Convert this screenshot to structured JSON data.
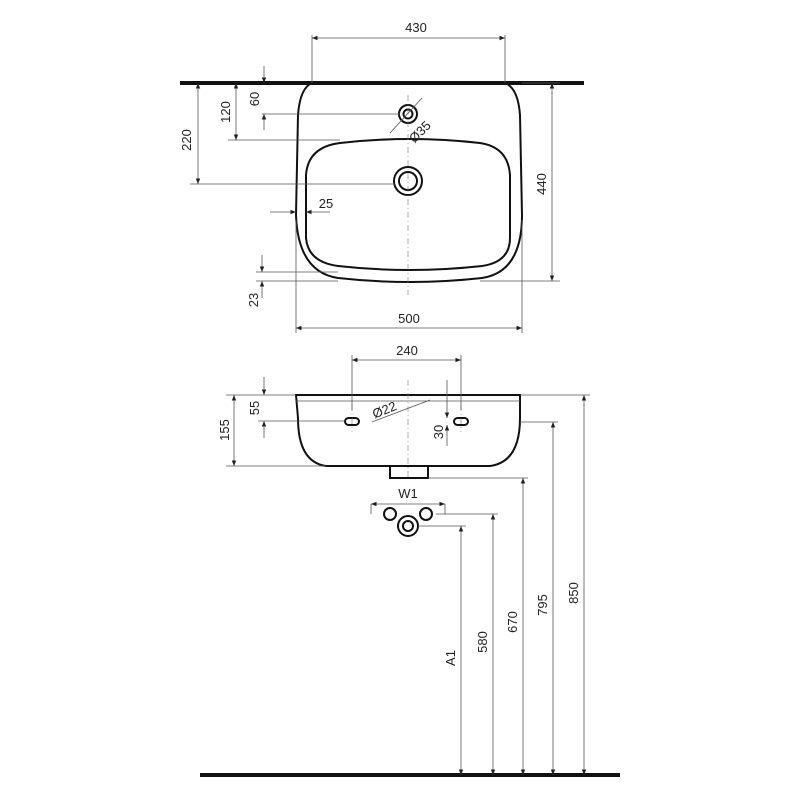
{
  "top_view": {
    "dims": {
      "overall_width": "500",
      "back_width": "430",
      "depth": "440",
      "tap_offset_60": "60",
      "tap_offset_120": "120",
      "drain_offset_220": "220",
      "tap_hole": "Ø35",
      "rim_25": "25",
      "front_23": "23"
    }
  },
  "front_view": {
    "dims": {
      "bolt_spacing": "240",
      "bolt_hole": "Ø22",
      "height_155": "155",
      "bolt_height_55": "55",
      "bolt_30": "30",
      "water_supply": "W1"
    }
  },
  "heights": {
    "h850": "850",
    "h795": "795",
    "h670": "670",
    "h580": "580",
    "a1": "A1"
  }
}
